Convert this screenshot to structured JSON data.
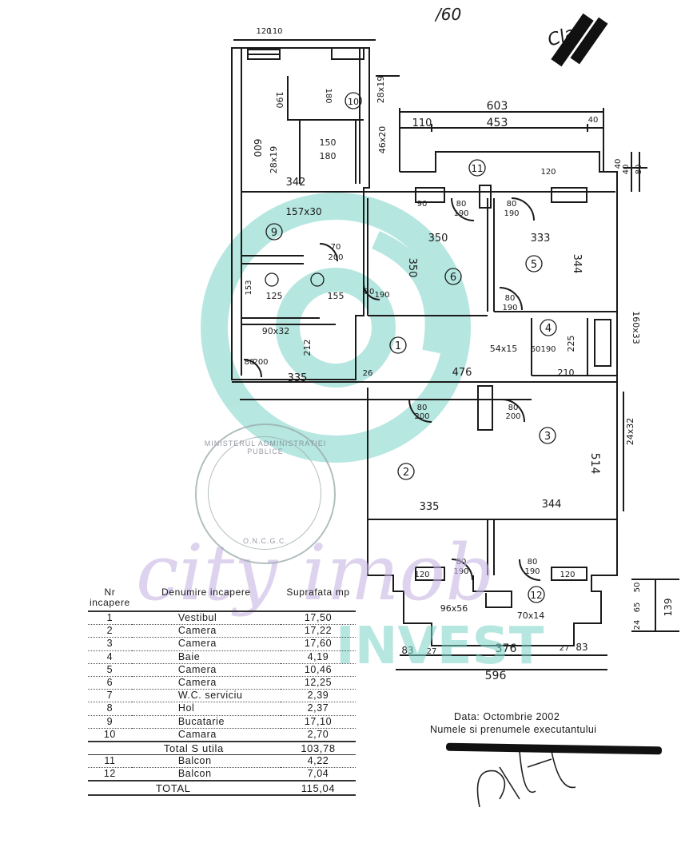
{
  "header": {
    "sheet_note": "/60",
    "signature_mark": "Cla"
  },
  "rooms": [
    {
      "nr": "1",
      "name": "Vestibul",
      "area": "17,50"
    },
    {
      "nr": "2",
      "name": "Camera",
      "area": "17,22"
    },
    {
      "nr": "3",
      "name": "Camera",
      "area": "17,60"
    },
    {
      "nr": "4",
      "name": "Baie",
      "area": "4,19"
    },
    {
      "nr": "5",
      "name": "Camera",
      "area": "10,46"
    },
    {
      "nr": "6",
      "name": "Camera",
      "area": "12,25"
    },
    {
      "nr": "7",
      "name": "W.C. serviciu",
      "area": "2,39"
    },
    {
      "nr": "8",
      "name": "Hol",
      "area": "2,37"
    },
    {
      "nr": "9",
      "name": "Bucatarie",
      "area": "17,10"
    },
    {
      "nr": "10",
      "name": "Camara",
      "area": "2,70"
    }
  ],
  "balconies": [
    {
      "nr": "11",
      "name": "Balcon",
      "area": "4,22"
    },
    {
      "nr": "12",
      "name": "Balcon",
      "area": "7,04"
    }
  ],
  "table": {
    "col_nr": "Nr incapere",
    "col_name": "Denumire incapere",
    "col_area": "Suprafata mp",
    "subtotal_label": "Total S utila",
    "subtotal_value": "103,78",
    "total_label": "TOTAL",
    "total_value": "115,04"
  },
  "signature": {
    "date_label": "Data: Octombrie 2002",
    "name_label": "Numele si prenumele executantului"
  },
  "stamp": {
    "text_top": "MINISTERUL ADMINISTRATIEI PUBLICE",
    "text_bottom": "O.N.C.G.C."
  },
  "watermark": {
    "line1": "city imob",
    "line2": "INVEST",
    "color": "#7ad3c8"
  },
  "dimensions": {
    "total_width_top": "603",
    "top_left": "110",
    "top_mid": "453",
    "top_right": "40",
    "right_top_a": "40",
    "right_top_b": "40",
    "right_top_c": "80",
    "w_342": "342",
    "w_350": "350",
    "w_333": "333",
    "h_350": "350",
    "h_344": "344",
    "w_335": "335",
    "w_476": "476",
    "w_26": "26",
    "w_210": "210",
    "h_225": "225",
    "h_514": "514",
    "w_335b": "335",
    "w_344b": "344",
    "bottom_83a": "83",
    "bottom_27a": "27",
    "bottom_376": "376",
    "bottom_27b": "27",
    "bottom_83b": "83",
    "bottom_596": "596",
    "right_24": "24",
    "right_65": "65",
    "right_50": "50",
    "right_139": "139",
    "top_120": "120",
    "top_110": "110",
    "h_600": "600",
    "h_190": "190",
    "h_180": "180",
    "w_150": "150",
    "w_180": "180",
    "w_28x19a": "28x19",
    "w_28x19b": "28x19",
    "w_46x20": "46x20",
    "d_70_200a": "70",
    "d_70_200b": "200",
    "w_157x30": "157x30",
    "h_153": "153",
    "w_125": "125",
    "w_155": "155",
    "w_90x32": "90x32",
    "w_54x15": "54x15",
    "w_160x33": "160x33",
    "w_24x32": "24x32",
    "w_96x56": "96x56",
    "w_70x14": "70x14",
    "h_212": "212",
    "w_212": "212",
    "d_80": "80",
    "d_190": "190",
    "d_200": "200",
    "d_90": "90",
    "d_120": "120",
    "d_60": "60"
  },
  "room_marks": {
    "r1": "1",
    "r2": "2",
    "r3": "3",
    "r4": "4",
    "r5": "5",
    "r6": "6",
    "r9": "9",
    "r10": "10",
    "r11": "11",
    "r12": "12"
  }
}
